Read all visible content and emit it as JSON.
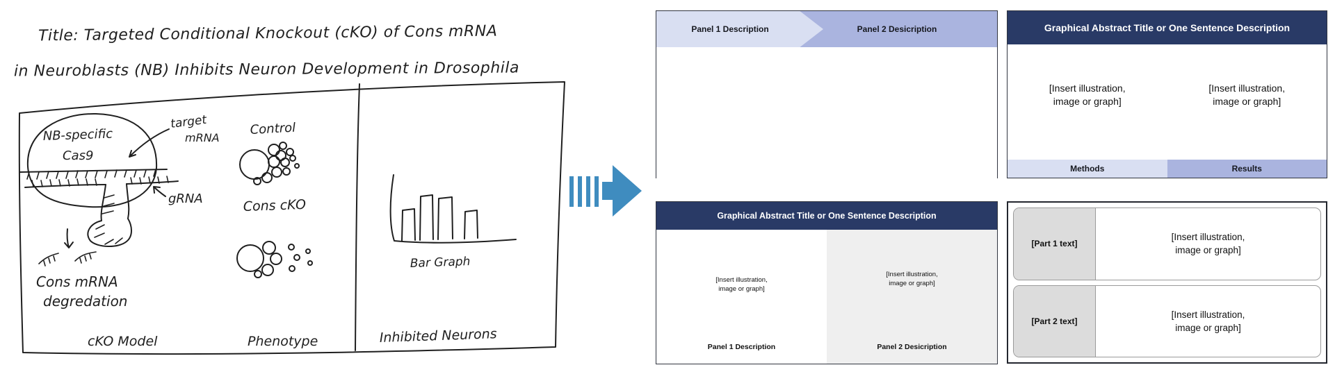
{
  "colors": {
    "navy": "#293A66",
    "band_light": "#D9DFF2",
    "band_mid": "#AAB4DF",
    "panel_gray": "#EFEFEF",
    "part_gray": "#DCDCDC",
    "ink": "#1F1F1F",
    "arrow": "#3F8CBF"
  },
  "sketch": {
    "title_line1": "Title:  Targeted Conditional Knockout (cKO) of Cons mRNA",
    "title_line2": "in Neuroblasts (NB) Inhibits Neuron Development in Drosophila",
    "cko_model": {
      "cell_label1": "NB-specific",
      "cell_label2": "Cas9",
      "target_label1": "target",
      "target_label2": "mRNA",
      "grna_label": "gRNA",
      "result_line1": "Cons mRNA",
      "result_line2": "degredation",
      "caption": "cKO Model"
    },
    "phenotype": {
      "control_label": "Control",
      "cko_label": "Cons cKO",
      "caption": "Phenotype"
    },
    "graph": {
      "label": "Bar Graph",
      "caption": "Inhibited Neurons",
      "bar_heights_rel": [
        0.52,
        0.74,
        0.71,
        0.5
      ]
    }
  },
  "template_chevron": {
    "panel1_label": "Panel 1 Description",
    "panel2_label": "Panel 2 Desicription"
  },
  "template_methods_results": {
    "title": "Graphical Abstract Title or One Sentence Description",
    "insert_left_line1": "[Insert illustration,",
    "insert_left_line2": "image or graph]",
    "insert_right_line1": "[Insert illustration,",
    "insert_right_line2": "image or graph]",
    "methods_label": "Methods",
    "results_label": "Results"
  },
  "template_two_panel": {
    "title": "Graphical Abstract Title or One Sentence Description",
    "insert_left_line1": "[Insert illustration,",
    "insert_left_line2": "image or graph]",
    "insert_right_line1": "[Insert illustration,",
    "insert_right_line2": "image or graph]",
    "panel1_label": "Panel 1 Description",
    "panel2_label": "Panel 2 Desicription"
  },
  "template_parts": {
    "part1_label": "[Part 1 text]",
    "part2_label": "[Part 2 text]",
    "insert_line1": "[Insert illustration,",
    "insert_line2": "image or graph]"
  }
}
